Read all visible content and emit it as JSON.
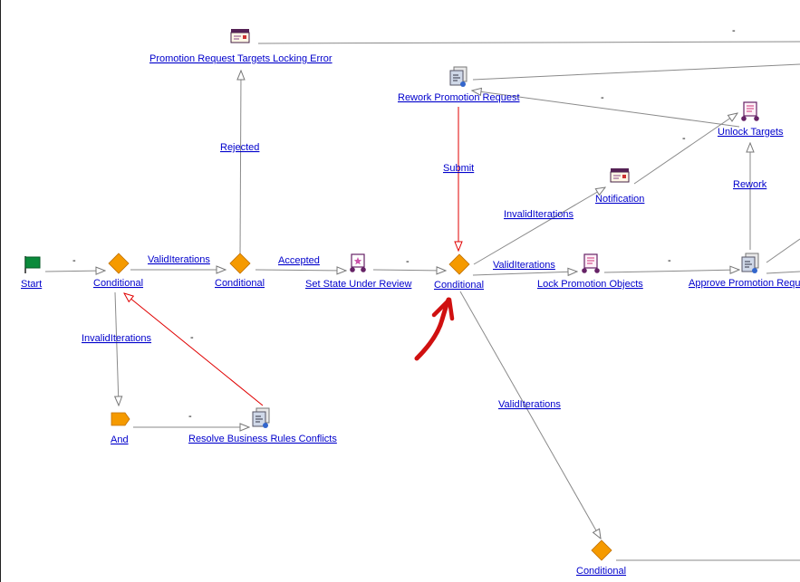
{
  "nodes": {
    "start": "Start",
    "cond1": "Conditional",
    "cond2": "Conditional",
    "cond3": "Conditional",
    "cond4": "Conditional",
    "and": "And",
    "resolve": "Resolve Business Rules Conflicts",
    "set_state": "Set State Under Review",
    "promo_error": "Promotion Request Targets Locking Error",
    "rework_promo": "Rework Promotion Request",
    "notification": "Notification",
    "unlock": "Unlock Targets",
    "lock": "Lock Promotion Objects",
    "approve": "Approve Promotion Requ"
  },
  "edges": {
    "valid1": "ValidIterations",
    "valid3": "ValidIterations",
    "valid_down": "ValidIterations",
    "invalid1": "InvalidIterations",
    "invalid3": "InvalidIterations",
    "rejected": "Rejected",
    "accepted": "Accepted",
    "submit": "Submit",
    "rework": "Rework",
    "dash": "-"
  },
  "colors": {
    "link": "#0000cc",
    "edge": "#8a8a8a",
    "highlight_edge": "#e00000",
    "annotation_arrow": "#d01010",
    "diamond": "#f59a00",
    "flag": "#0a8a3a"
  },
  "icons": {
    "start": "flag-icon",
    "conditional": "diamond-icon",
    "and": "and-gate-icon",
    "human_task": "document-task-icon",
    "notification": "notification-icon",
    "script": "script-icon"
  }
}
